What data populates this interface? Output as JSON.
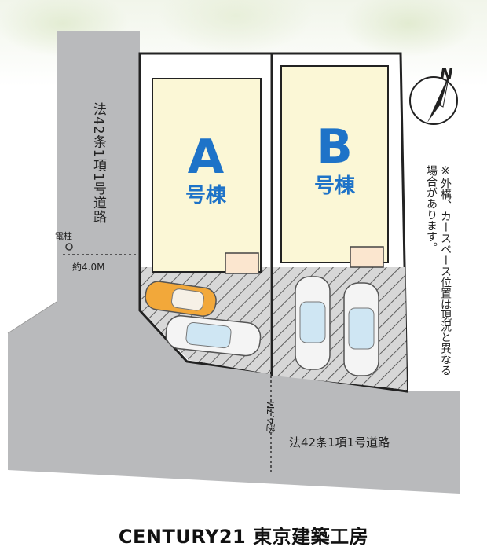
{
  "roads": {
    "left_road_label": "法42条1項1号道路",
    "left_road_width": "約4.0M",
    "front_road_label": "法42条1項1号道路",
    "front_road_width": "約4.7M"
  },
  "pole_label": "電柱",
  "buildings": {
    "a": {
      "letter": "A",
      "sub": "号棟"
    },
    "b": {
      "letter": "B",
      "sub": "号棟"
    }
  },
  "note": "※外構、カースペース位置は現況と異なる場合があります。",
  "compass_label": "N",
  "brand": "CENTURY21 東京建築工房",
  "colors": {
    "road": "#b9babc",
    "lot": "#ffffff",
    "building": "#fbf7d6",
    "building_text": "#1e73c8",
    "parking_hatch": "#6b6b6b",
    "outline": "#222222"
  }
}
